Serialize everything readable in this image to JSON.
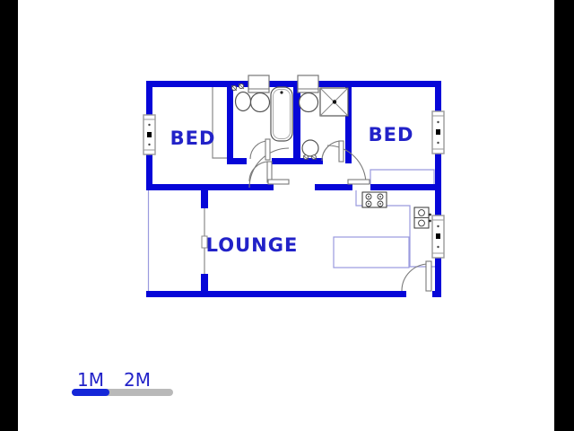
{
  "type": "floor-plan",
  "rooms": {
    "bedroom_left": "BED",
    "bedroom_right": "BED",
    "lounge": "LOUNGE"
  },
  "scale_bar": {
    "label_1m": "1M",
    "label_2m": "2M"
  },
  "icons": [
    "toilet-icon",
    "basin-icon",
    "bathtub-icon",
    "shower-icon",
    "stove-icon",
    "kitchen-sink-icon",
    "table-icon",
    "wardrobe-icon",
    "window-icon",
    "door-swing-icon"
  ],
  "colors": {
    "wall": "#0606d8",
    "room_label": "#2222c8",
    "scale_blue": "#1527d8",
    "scale_gray": "#b9b9b9",
    "fixture_outline": "#555555",
    "light_line": "#9a9ade",
    "door_line": "#7a7a7a",
    "letterbox": "#000000"
  }
}
